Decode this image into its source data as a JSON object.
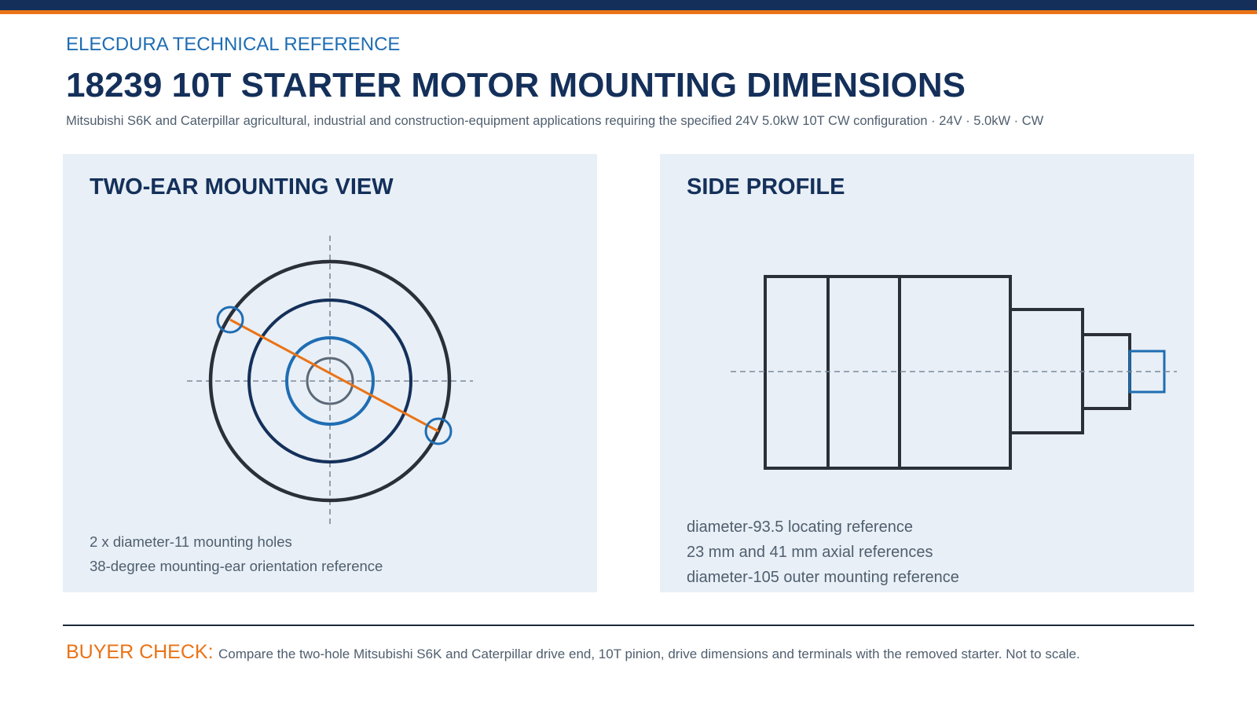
{
  "header": {
    "brand": "ELECDURA TECHNICAL REFERENCE",
    "title": "18239 10T STARTER MOTOR MOUNTING DIMENSIONS",
    "subtitle": "Mitsubishi S6K and Caterpillar agricultural, industrial and construction-equipment applications requiring the specified 24V 5.0kW 10T CW configuration · 24V · 5.0kW · CW"
  },
  "left_panel": {
    "title": "TWO-EAR MOUNTING VIEW",
    "notes": [
      "2 x diameter-11 mounting holes",
      "38-degree mounting-ear orientation reference"
    ]
  },
  "right_panel": {
    "title": "SIDE PROFILE",
    "notes": [
      "diameter-93.5 locating reference",
      "23 mm and 41 mm axial references",
      "diameter-105 outer mounting reference"
    ]
  },
  "footer": {
    "label": "BUYER CHECK:",
    "text": "Compare the two-hole Mitsubishi S6K and Caterpillar drive end, 10T pinion, drive dimensions and terminals with the removed starter. Not to scale."
  },
  "colors": {
    "navy": "#14305a",
    "accent_orange": "#ea7316",
    "blue": "#1f6db3",
    "dark_outline": "#2b3038",
    "panel_bg": "#e8eff6",
    "centerline": "#7d8a99"
  }
}
